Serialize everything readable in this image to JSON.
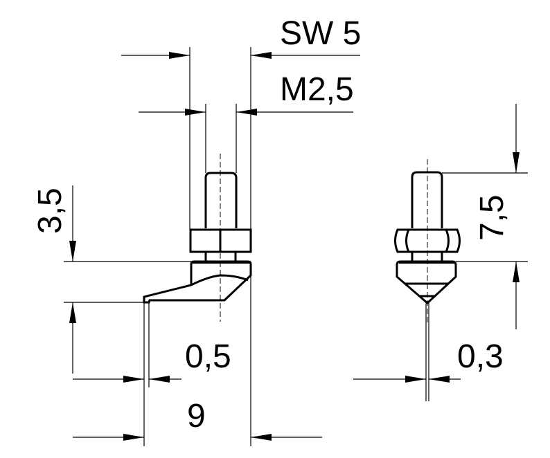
{
  "drawing": {
    "dimensions": {
      "hex_width": "SW 5",
      "thread": "M2,5",
      "left_height": "3,5",
      "left_tip_width": "0,5",
      "left_length": "9",
      "right_height": "7,5",
      "right_tip_width": "0,3"
    }
  }
}
